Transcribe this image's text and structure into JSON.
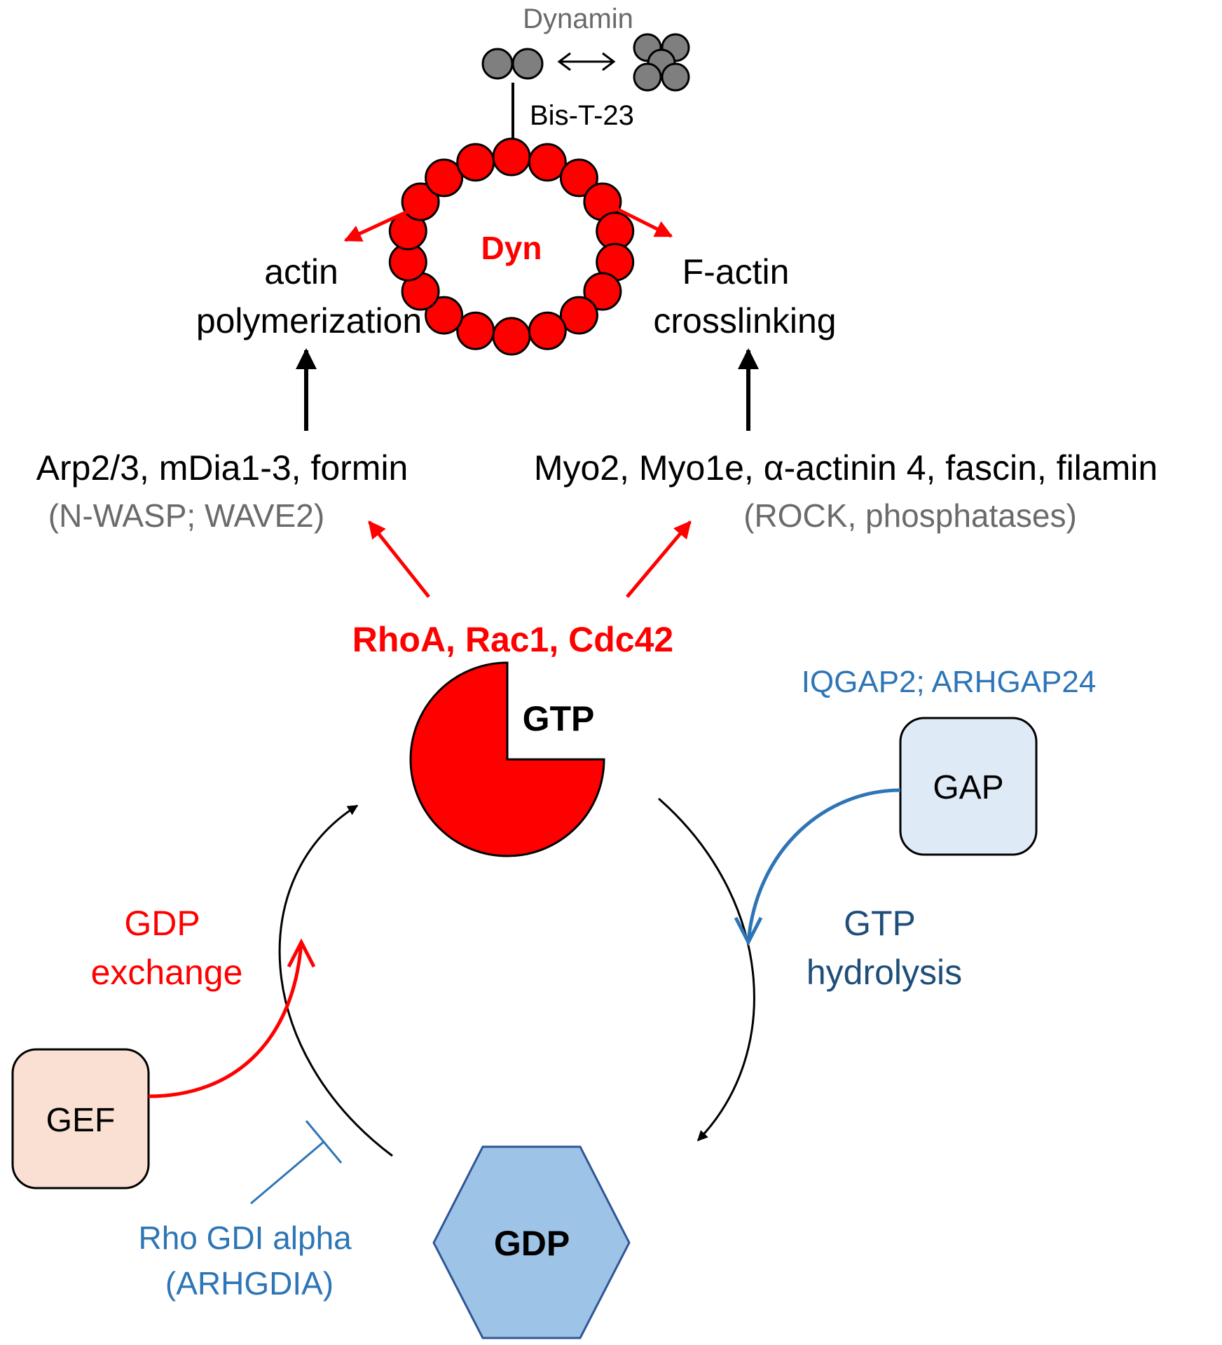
{
  "colors": {
    "red": "#ff0000",
    "black": "#000000",
    "grey_text": "#6a6a6a",
    "dynamin_fill": "#7f7f7f",
    "blue_text": "#2e75b6",
    "dark_blue_text": "#1f4e79",
    "gap_fill": "#deebf7",
    "gef_fill": "#f9e0d2",
    "gdp_fill": "#9dc3e6",
    "gdp_stroke": "#2f5597"
  },
  "dynamin": {
    "label": "Dynamin",
    "inhibitor": "Bis-T-23",
    "ring_label": "Dyn"
  },
  "outputs": {
    "left": {
      "line1": "actin",
      "line2": "polymerization"
    },
    "right": {
      "line1": "F-actin",
      "line2": "crosslinking"
    }
  },
  "effectors": {
    "left": {
      "proteins": "Arp2/3, mDia1-3, formin",
      "regulators": "(N-WASP; WAVE2)"
    },
    "right": {
      "proteins": "Myo2, Myo1e, α-actinin 4, fascin, filamin",
      "regulators": "(ROCK, phosphatases)"
    }
  },
  "gtpases": {
    "label": "RhoA, Rac1, Cdc42",
    "gtp_label": "GTP",
    "gdp_label": "GDP"
  },
  "gap": {
    "box_label": "GAP",
    "examples": "IQGAP2; ARHGAP24",
    "action": {
      "line1": "GTP",
      "line2": "hydrolysis"
    }
  },
  "gef": {
    "box_label": "GEF",
    "action": {
      "line1": "GDP",
      "line2": "exchange"
    }
  },
  "gdi": {
    "line1": "Rho GDI alpha",
    "line2": "(ARHGDIA)"
  }
}
